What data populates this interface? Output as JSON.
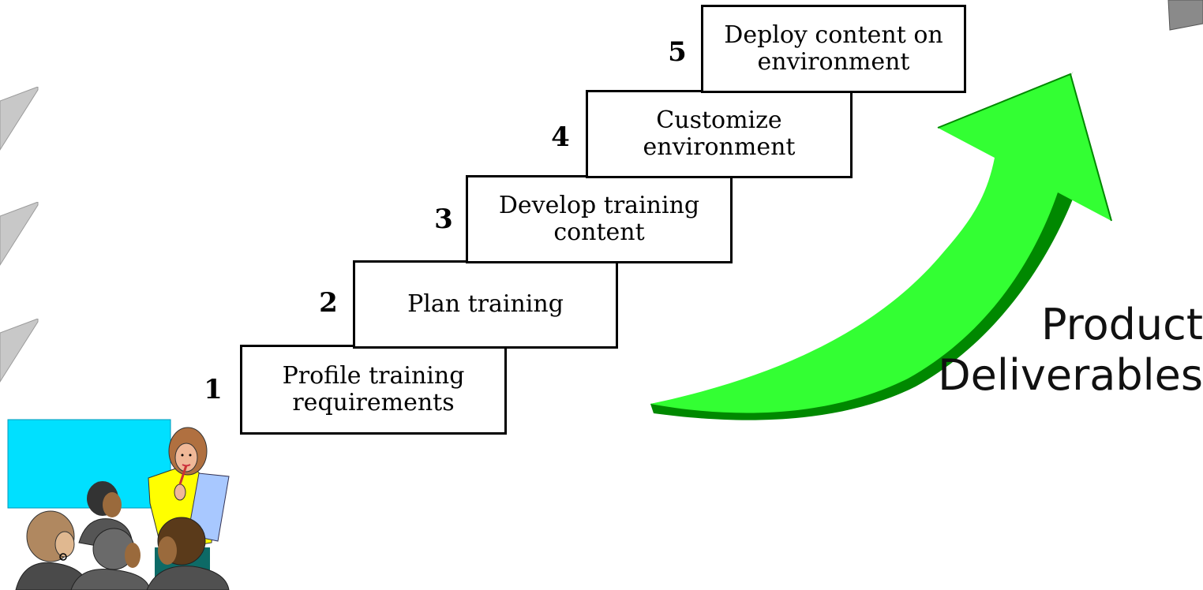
{
  "steps": [
    {
      "number": "1",
      "label": "Profile training requirements"
    },
    {
      "number": "2",
      "label": "Plan training"
    },
    {
      "number": "3",
      "label": "Develop training content"
    },
    {
      "number": "4",
      "label": "Customize environment"
    },
    {
      "number": "5",
      "label": "Deploy content on environment"
    }
  ],
  "deliverables": {
    "line1": "Product",
    "line2": "Deliverables"
  },
  "colors": {
    "arrow_light": "#33ff33",
    "arrow_dark": "#008800",
    "board": "#00e0ff",
    "side_tab": "#c8c8c8"
  },
  "icons": {
    "arrow": "curved-up-arrow-icon",
    "clipart": "presenter-audience-clipart"
  }
}
